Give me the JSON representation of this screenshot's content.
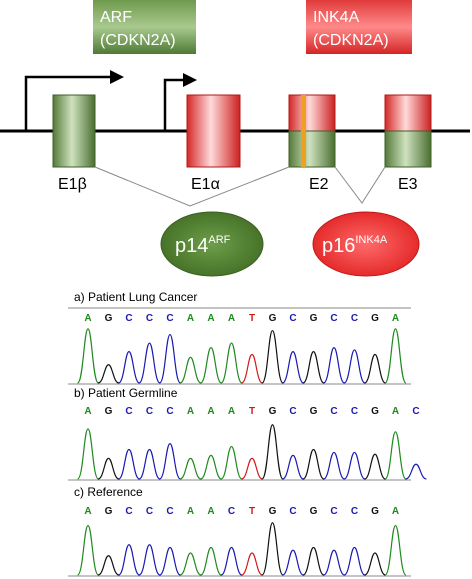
{
  "gene_labels": {
    "arf_line1": "ARF",
    "arf_line2": "(CDKN2A)",
    "ink4a_line1": "INK4A",
    "ink4a_line2": "(CDKN2A)"
  },
  "exons": {
    "e1b": "E1β",
    "e1a": "E1α",
    "e2": "E2",
    "e3": "E3"
  },
  "proteins": {
    "p14_base": "p14",
    "p14_sup": "ARF",
    "p16_base": "p16",
    "p16_sup": "INK4A"
  },
  "panels": [
    {
      "title": "a) Patient Lung Cancer",
      "bases": [
        "A",
        "G",
        "C",
        "C",
        "C",
        "A",
        "A",
        "A",
        "T",
        "G",
        "C",
        "G",
        "C",
        "C",
        "G",
        "A"
      ]
    },
    {
      "title": "b) Patient Germline",
      "bases": [
        "A",
        "G",
        "C",
        "C",
        "C",
        "A",
        "A",
        "A",
        "T",
        "G",
        "C",
        "G",
        "C",
        "C",
        "G",
        "A",
        "C"
      ]
    },
    {
      "title": "c) Reference",
      "bases": [
        "A",
        "G",
        "C",
        "C",
        "C",
        "A",
        "A",
        "C",
        "T",
        "G",
        "C",
        "G",
        "C",
        "C",
        "G",
        "A"
      ]
    }
  ],
  "base_colors": {
    "A": "#1e8a1e",
    "G": "#111111",
    "C": "#1a1ab0",
    "T": "#d21a1a"
  },
  "colors": {
    "arf_green": "#5a8a3a",
    "ink4a_red": "#e03030",
    "mutation_orange": "#f0a020"
  }
}
